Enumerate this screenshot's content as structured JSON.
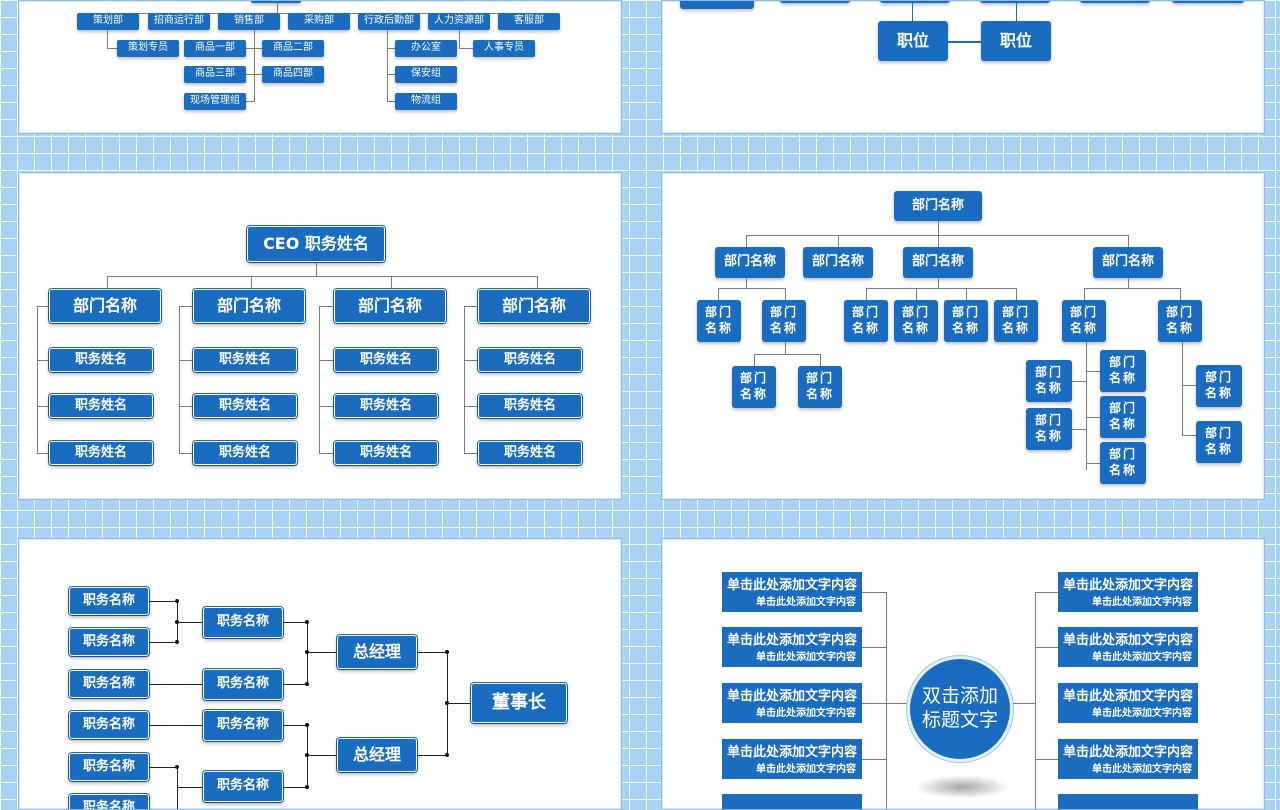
{
  "panel1": {
    "top_row": [
      "策划部",
      "招商运行部",
      "销售部",
      "采购部",
      "行政后勤部",
      "人力资源部",
      "客服部"
    ],
    "sub": [
      "策划专员",
      "商品一部",
      "商品二部",
      "商品三部",
      "商品四部",
      "现场管理组",
      "办公室",
      "人事专员",
      "保安组",
      "物流组"
    ]
  },
  "panel2": {
    "position": "职位"
  },
  "panel3": {
    "ceo": "CEO  职务姓名",
    "dept": "部门名称",
    "role": "职务姓名"
  },
  "panel4": {
    "root": "部门名称",
    "dept": "部门名称",
    "small": "部门名称"
  },
  "panel5": {
    "leaf": "职务名称",
    "manager": "总经理",
    "chairman": "董事长"
  },
  "panel6": {
    "line1": "单击此处添加文字内容",
    "line2": "单击此处添加文字内容",
    "center": "双击添加标题文字"
  },
  "colors": {
    "accent": "#1a6cc1",
    "grid": "#a9d2f3"
  }
}
